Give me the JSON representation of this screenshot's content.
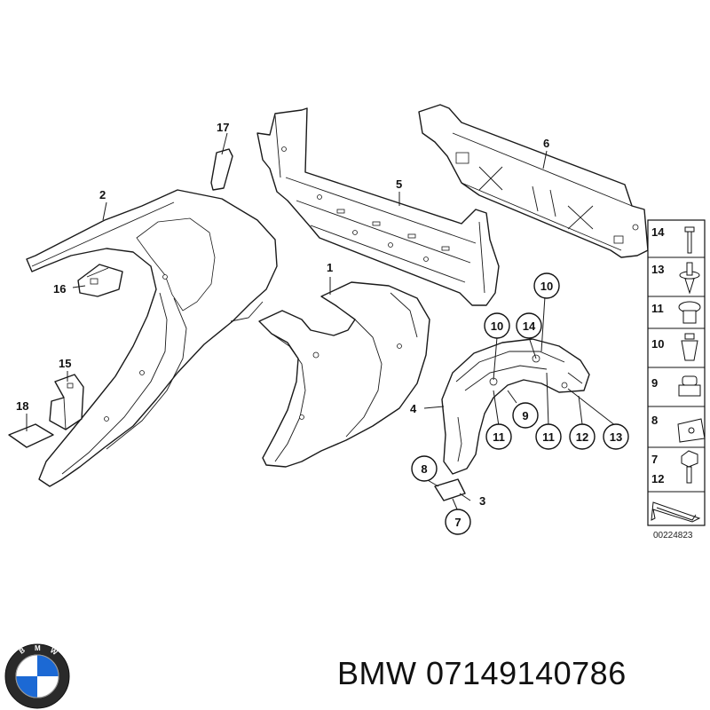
{
  "diagram": {
    "drawing_number": "00224823",
    "callouts": [
      {
        "id": "c1",
        "label": "1"
      },
      {
        "id": "c2",
        "label": "2"
      },
      {
        "id": "c3",
        "label": "3"
      },
      {
        "id": "c4",
        "label": "4"
      },
      {
        "id": "c5",
        "label": "5"
      },
      {
        "id": "c6",
        "label": "6"
      },
      {
        "id": "c15",
        "label": "15"
      },
      {
        "id": "c16",
        "label": "16"
      },
      {
        "id": "c17",
        "label": "17"
      },
      {
        "id": "c18",
        "label": "18"
      }
    ],
    "circled_callouts": [
      {
        "id": "k10a",
        "label": "10"
      },
      {
        "id": "k10b",
        "label": "10"
      },
      {
        "id": "k14",
        "label": "14"
      },
      {
        "id": "k9",
        "label": "9"
      },
      {
        "id": "k11a",
        "label": "11"
      },
      {
        "id": "k11b",
        "label": "11"
      },
      {
        "id": "k12",
        "label": "12"
      },
      {
        "id": "k13",
        "label": "13"
      },
      {
        "id": "k8",
        "label": "8"
      },
      {
        "id": "k7",
        "label": "7"
      }
    ],
    "legend": [
      {
        "label": "14",
        "icon": "screw-rivet-icon"
      },
      {
        "label": "13",
        "icon": "expanding-rivet-icon"
      },
      {
        "label": "11",
        "icon": "spreading-nut-icon"
      },
      {
        "label": "10",
        "icon": "plug-clip-icon"
      },
      {
        "label": "9",
        "icon": "cap-nut-icon"
      },
      {
        "label": "8",
        "icon": "spring-nut-icon"
      },
      {
        "label": "7",
        "label2": "12",
        "icon": "hex-screw-icon"
      },
      {
        "label": "",
        "icon": "direction-arrow-icon"
      }
    ]
  },
  "caption": {
    "brand": "BMW",
    "part_number": "07149140786",
    "text": "BMW 07149140786"
  },
  "logo": {
    "text": "BMW",
    "colors": {
      "blue": "#1c69d4",
      "ring": "#111111",
      "white": "#ffffff"
    }
  }
}
